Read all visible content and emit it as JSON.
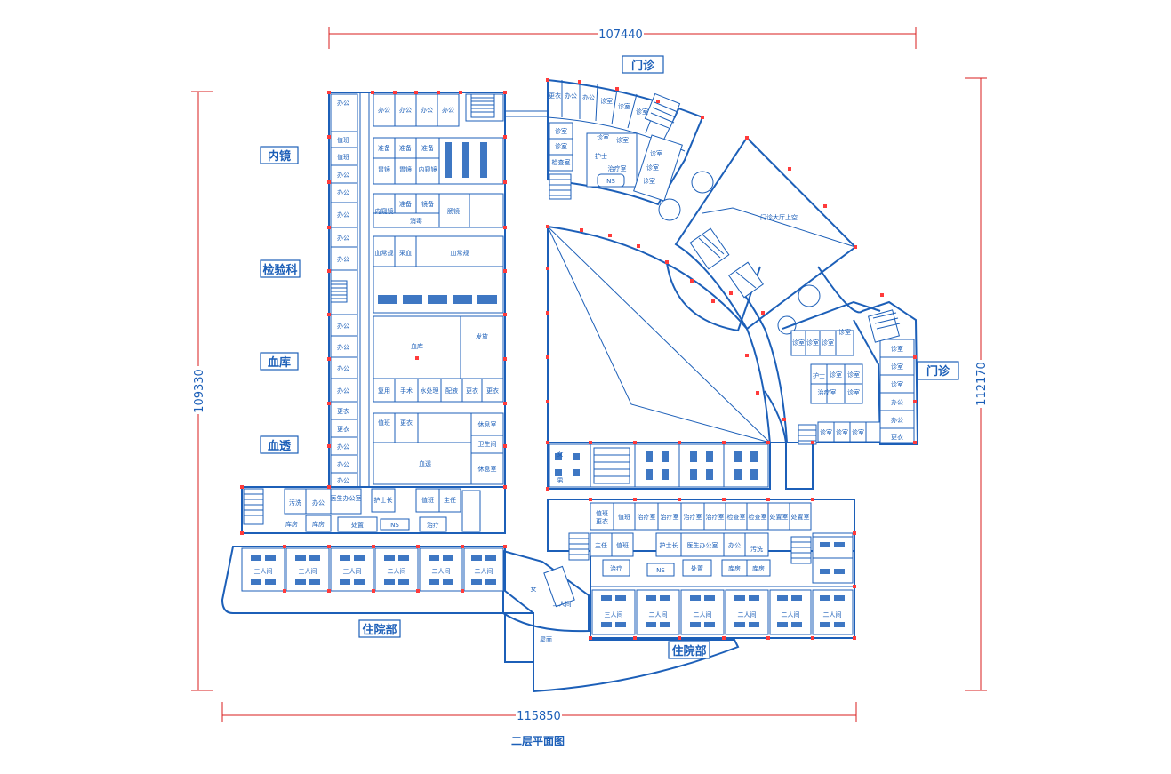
{
  "drawing": {
    "title": "二层平面图",
    "dimensions": {
      "top": "107440",
      "bottom": "115850",
      "left": "109330",
      "right": "112170"
    },
    "zones": {
      "neijing": "内镜",
      "jianyanke": "检验科",
      "xueku": "血库",
      "xuetou": "血透",
      "menzhen_top": "门诊",
      "menzhen_right": "门诊",
      "zhuyuan_left": "住院部",
      "zhuyuan_right": "住院部"
    },
    "rooms": {
      "bangong": "办公",
      "zhiban": "值班",
      "zhunbei": "准备",
      "weijing": "胃镜",
      "neikuijing": "内窥镜",
      "xiaodu": "消毒",
      "jingbei": "镜备",
      "jiechang": "肠镜",
      "xuechanggui": "血常规",
      "caixue": "采血",
      "xuebao": "血库",
      "fafang": "发放",
      "fuyong": "复用",
      "shoushu": "手术",
      "shuichuli": "水处理",
      "peiye": "配液",
      "gengyi": "更衣",
      "ns": "NS",
      "xiuxi": "休息室",
      "weisheng": "卫生间",
      "xuetou": "血透",
      "hushizhang": "护士长",
      "zhuren": "主任",
      "yishengban": "医生办公室",
      "wuxi": "污洗",
      "kufang": "库房",
      "chuzhi": "处置",
      "zhiliao": "治疗",
      "zhiliaoshi": "治疗室",
      "zhenshi": "诊室",
      "jianchashi": "检查室",
      "chuzhishi": "处置室",
      "hushi": "护士",
      "sanrenjian": "三人间",
      "erenjian": "二人间",
      "hall": "门诊大厅上空",
      "garden": "屋面",
      "nan": "男",
      "nv": "女"
    }
  }
}
